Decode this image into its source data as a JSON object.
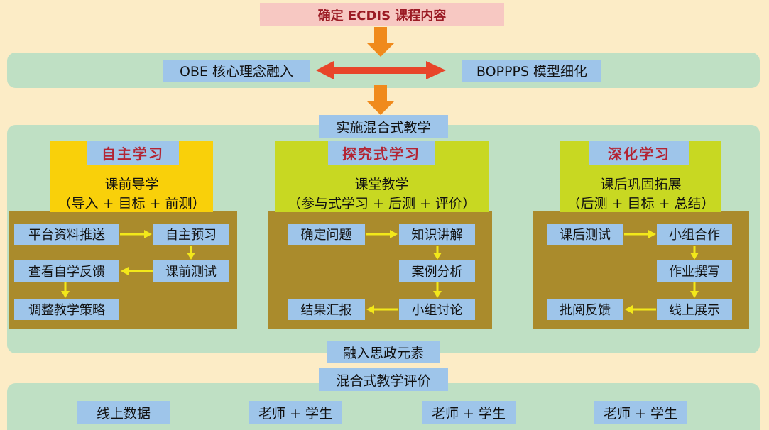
{
  "header": {
    "title": "确定 ECDIS 课程内容"
  },
  "models": {
    "left": "OBE 核心理念融入",
    "right": "BOPPPS 模型细化"
  },
  "blend": {
    "label": "实施混合式教学"
  },
  "columns": [
    {
      "label": "自主学习",
      "stage": "课前导学",
      "detail": "（导入 + 目标 + 前测）",
      "nodes": [
        "平台资料推送",
        "自主预习",
        "课前测试",
        "查看自学反馈",
        "调整教学策略"
      ]
    },
    {
      "label": "探究式学习",
      "stage": "课堂教学",
      "detail": "（参与式学习 + 后测 + 评价）",
      "nodes": [
        "确定问题",
        "知识讲解",
        "案例分析",
        "小组讨论",
        "结果汇报"
      ]
    },
    {
      "label": "深化学习",
      "stage": "课后巩固拓展",
      "detail": "（后测 + 目标 + 总结）",
      "nodes": [
        "课后测试",
        "小组合作",
        "作业撰写",
        "线上展示",
        "批阅反馈"
      ]
    }
  ],
  "ideology": {
    "label": "融入思政元素"
  },
  "evaluation": {
    "label": "混合式教学评价",
    "items": [
      "线上数据",
      "老师 + 学生",
      "老师 + 学生",
      "老师 + 学生"
    ]
  },
  "colors": {
    "background": "#fcecc6",
    "band": "#bfe0c4",
    "box": "#9ec5ea",
    "olive": "#aa8b2c",
    "col1_header": "#f9d00a",
    "col2_header": "#c8d822",
    "col3_header": "#c8d822",
    "arrow_orange": "#f08a1c",
    "arrow_red": "#e8452a",
    "arrow_yellow": "#f3e81a",
    "title_pink": "#f7c8c2",
    "title_text": "#9b1b24",
    "label_text": "#b32433"
  }
}
